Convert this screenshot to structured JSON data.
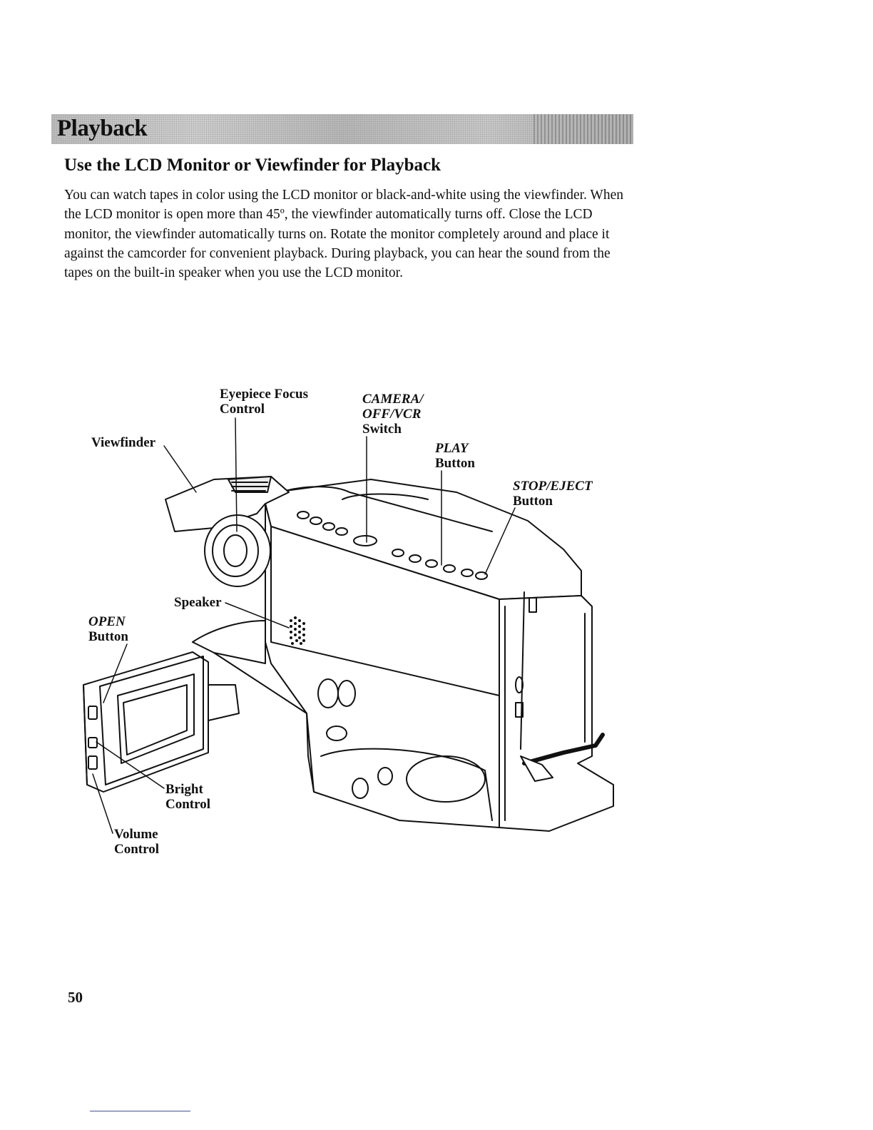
{
  "header": {
    "title": "Playback"
  },
  "section": {
    "title": "Use the LCD Monitor or Viewfinder for Playback"
  },
  "intro": "You can watch tapes in color using the LCD monitor or black-and-white using the viewfinder.  When the LCD monitor is open more than 45º, the viewfinder automatically turns off.  Close the LCD monitor, the viewfinder automatically turns on.  Rotate the monitor completely around and place it against the camcorder for convenient playback.  During playback, you can hear the sound from the tapes on the built-in speaker when you use the LCD monitor.",
  "figure": {
    "labels": {
      "eyepiece_1": "Eyepiece Focus",
      "eyepiece_2": "Control",
      "camera_1": "CAMERA/",
      "camera_2": "OFF/VCR",
      "camera_3": "Switch",
      "viewfinder": "Viewfinder",
      "play_1": "PLAY",
      "play_2": "Button",
      "stop_1": "STOP/EJECT",
      "stop_2": "Button",
      "speaker": "Speaker",
      "open_1": "OPEN",
      "open_2": "Button",
      "bright_1": "Bright",
      "bright_2": "Control",
      "volume_1": "Volume",
      "volume_2": "Control"
    }
  },
  "page_number": "50"
}
